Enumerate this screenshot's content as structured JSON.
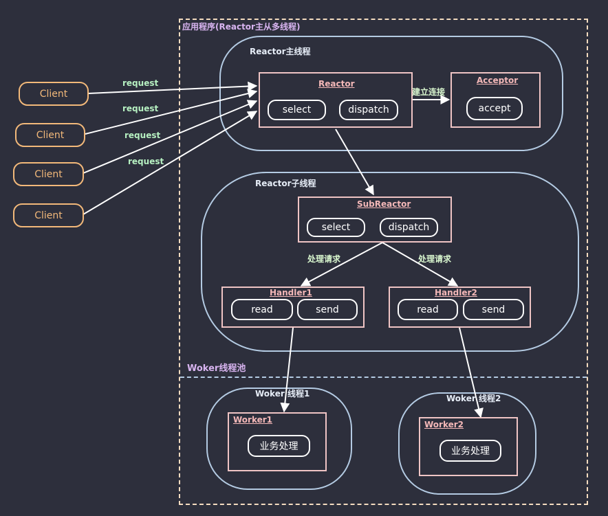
{
  "clients": [
    "Client",
    "Client",
    "Client",
    "Client"
  ],
  "request_labels": [
    "request",
    "request",
    "request",
    "request"
  ],
  "app_label": "应用程序(Reactor主从多线程)",
  "main_thread": {
    "label": "Reactor主线程",
    "reactor": {
      "title": "Reactor",
      "select": "select",
      "dispatch": "dispatch"
    },
    "acceptor": {
      "title": "Acceptor",
      "accept": "accept"
    },
    "connect_label": "建立连接"
  },
  "sub_thread": {
    "label": "Reactor子线程",
    "subreactor": {
      "title": "SubReactor",
      "select": "select",
      "dispatch": "dispatch"
    },
    "process_labels": [
      "处理请求",
      "处理请求"
    ],
    "handler1": {
      "title": "Handler1",
      "read": "read",
      "send": "send"
    },
    "handler2": {
      "title": "Handler2",
      "read": "read",
      "send": "send"
    }
  },
  "worker_pool": {
    "label": "Woker线程池",
    "thread1": {
      "label": "Woker 线程1",
      "worker": "Worker1",
      "task": "业务处理"
    },
    "thread2": {
      "label": "Woker 线程2",
      "worker": "Worker2",
      "task": "业务处理"
    }
  },
  "colors": {
    "background": "#2d2f3c",
    "client": "#f3b97a",
    "request_label": "#b6f0c1",
    "group_border": "#b4cbe3",
    "component_border": "#f0c5c5",
    "component_title": "#f4b8b8",
    "app_border": "#f5dcc0",
    "pool_label": "#d8b4f0"
  }
}
